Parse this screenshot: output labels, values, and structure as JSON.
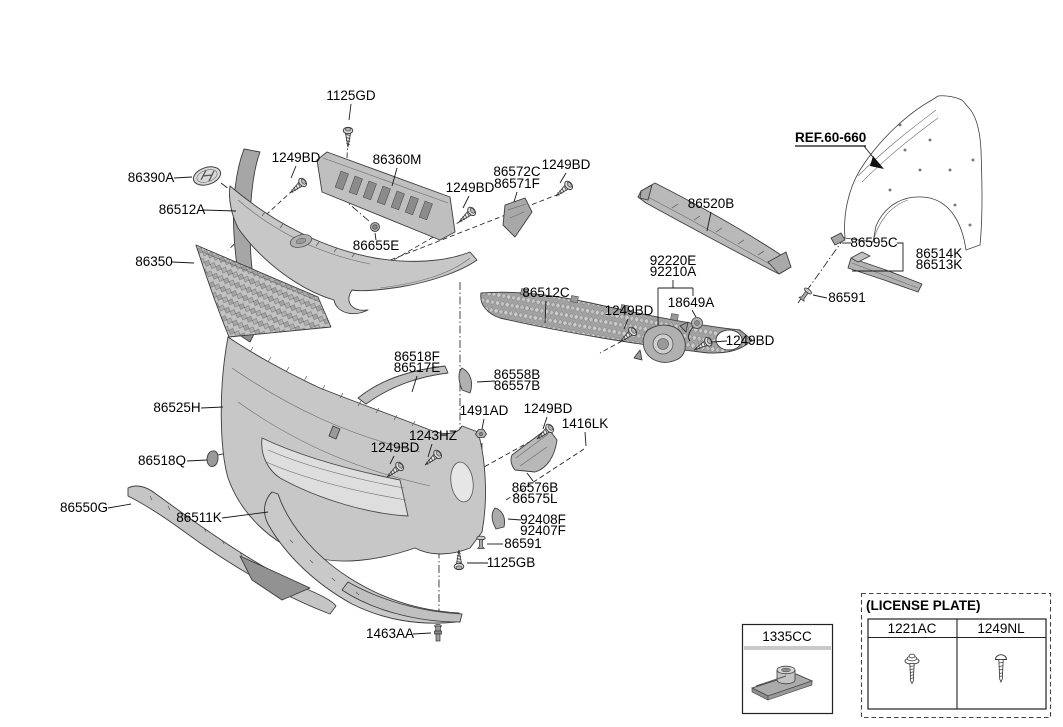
{
  "parts": {
    "1125GD": "1125GD",
    "1249BD": "1249BD",
    "86390A": "86390A",
    "86360M": "86360M",
    "86512A": "86512A",
    "86350": "86350",
    "86655E": "86655E",
    "86572C": "86572C",
    "86571F": "86571F",
    "86520B": "86520B",
    "92220E": "92220E",
    "92210A": "92210A",
    "18649A": "18649A",
    "86595C": "86595C",
    "86514K": "86514K",
    "86513K": "86513K",
    "86591": "86591",
    "86512C": "86512C",
    "86518F": "86518F",
    "86517E": "86517E",
    "86558B": "86558B",
    "86557B": "86557B",
    "86525H": "86525H",
    "1491AD": "1491AD",
    "1416LK": "1416LK",
    "1243HZ": "1243HZ",
    "86518Q": "86518Q",
    "86550G": "86550G",
    "86511K": "86511K",
    "86576B": "86576B",
    "86575L": "86575L",
    "92408F": "92408F",
    "92407F": "92407F",
    "1125GB": "1125GB",
    "1463AA": "1463AA"
  },
  "ref": {
    "label": "REF.60-660"
  },
  "boxes": {
    "clip_box": {
      "label": "1335CC"
    },
    "license_plate_box": {
      "title": "(LICENSE PLATE)",
      "columns": [
        "1221AC",
        "1249NL"
      ]
    }
  },
  "colors": {
    "line": "#1a1a1a",
    "part_fill": "#c7c7c7",
    "background": "#ffffff"
  }
}
